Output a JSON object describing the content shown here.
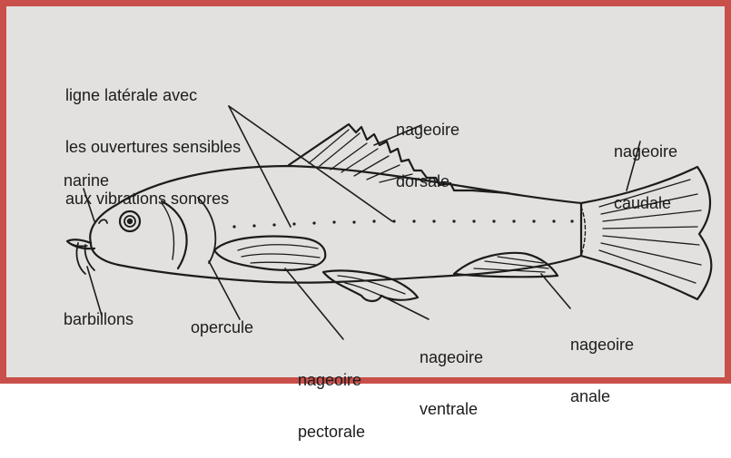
{
  "colors": {
    "frame_border": "#c9504a",
    "paper": "#e2e1df",
    "ink": "#1c1c1c"
  },
  "labels": {
    "lateral_line": [
      "ligne latérale avec",
      "les ouvertures sensibles",
      "aux vibrations sonores"
    ],
    "dorsal": [
      "nageoire",
      "dorsale"
    ],
    "caudal": [
      "nageoire",
      "caudale"
    ],
    "narine": "narine",
    "barbillons": "barbillons",
    "opercule": "opercule",
    "pectoral": [
      "nageoire",
      "pectorale"
    ],
    "ventral": [
      "nageoire",
      "ventrale"
    ],
    "anal": [
      "nageoire",
      "anale"
    ]
  }
}
